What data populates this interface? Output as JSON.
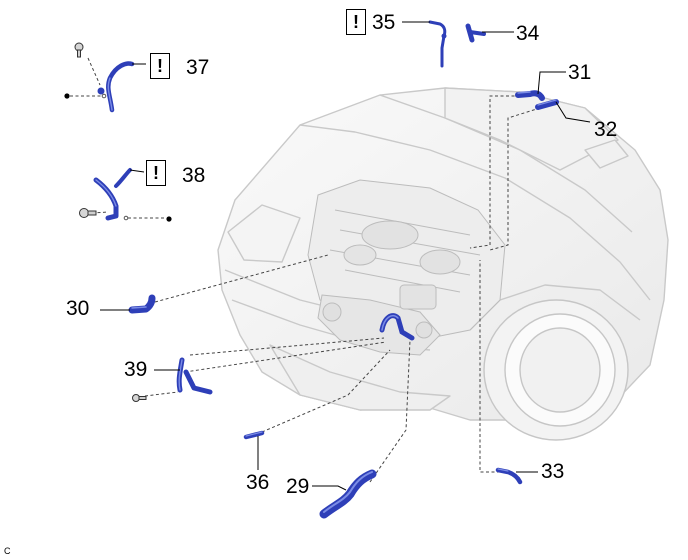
{
  "diagram": {
    "corner_code": "C",
    "warning_symbol": "!",
    "colors": {
      "hose": "#2e3fb8",
      "hose_highlight": "#7b8ce6",
      "leader": "#444444",
      "car_outline": "#c8c8c8"
    },
    "callouts": {
      "c29": "29",
      "c30": "30",
      "c31": "31",
      "c32": "32",
      "c33": "33",
      "c34": "34",
      "c35": "35",
      "c36": "36",
      "c37": "37",
      "c38": "38",
      "c39": "39"
    }
  }
}
